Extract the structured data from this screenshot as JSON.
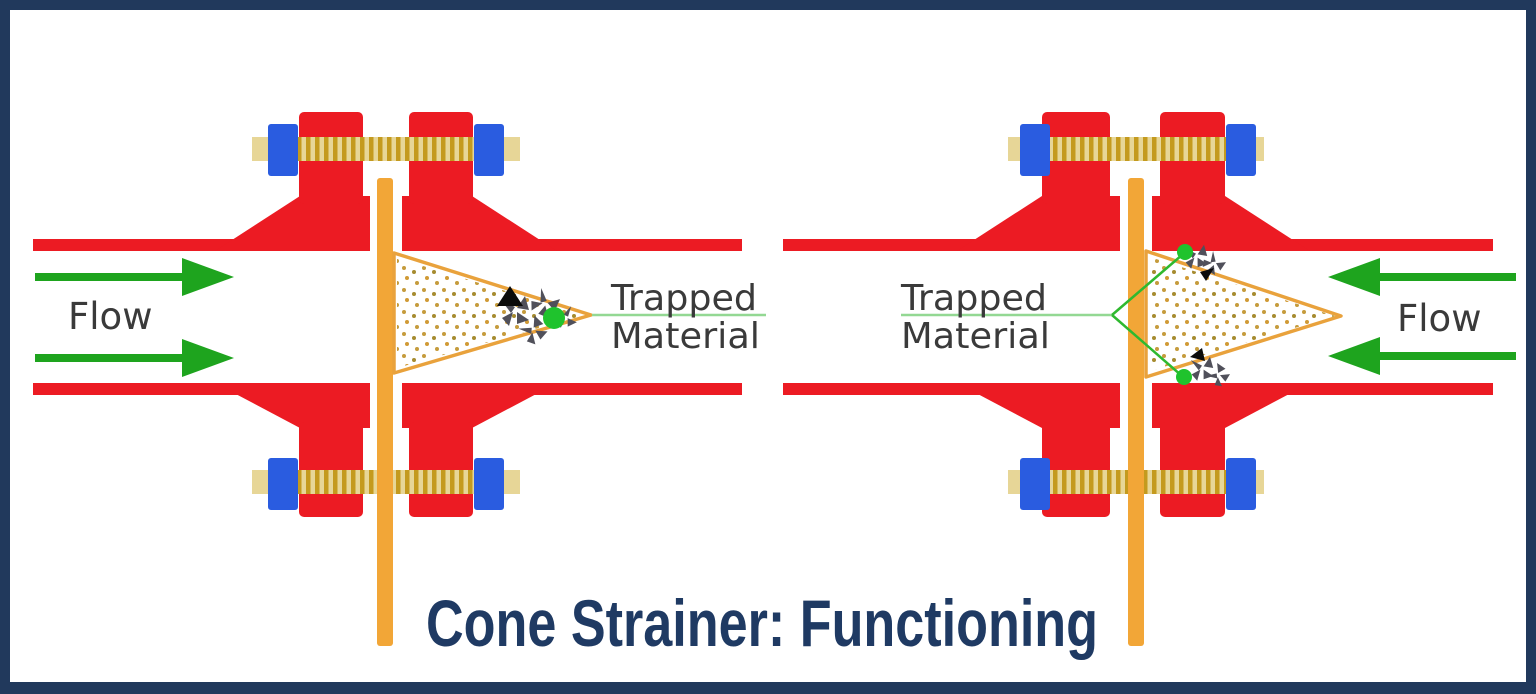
{
  "title": {
    "label": "Cone Strainer: Functioning"
  },
  "diagrams": {
    "left": {
      "flow_label": "Flow",
      "flow_direction": "left-to-right",
      "trapped_label": {
        "line1": "Trapped",
        "line2": "Material"
      }
    },
    "right": {
      "flow_label": "Flow",
      "flow_direction": "right-to-left",
      "trapped_label": {
        "line1": "Trapped",
        "line2": "Material"
      }
    }
  },
  "colors": {
    "border_navy": "#21395C",
    "pipe_red": "#EC1B23",
    "nut_blue": "#2A5CE0",
    "stud_light": "#E7D697",
    "stud_dark": "#C49A1E",
    "rod_orange": "#F2A637",
    "cone_orange": "#E9A23C",
    "cone_dot_tan": "#C59B3C",
    "cone_dot_olive": "#A68B2F",
    "cone_dot_orange": "#D09A35",
    "flow_green": "#1EA41E",
    "marker_green": "#1FC32D",
    "pointer_green": "#93D893",
    "fork_green": "#2FB92F",
    "label_gray": "#3A3A3A",
    "title_navy": "#1F3A63",
    "debris_gray": "#50505A"
  }
}
